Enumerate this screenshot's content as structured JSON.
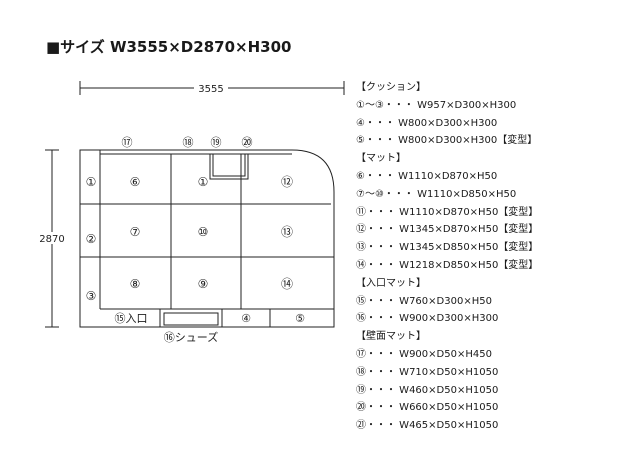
{
  "title": "■サイズ W3555×D2870×H300",
  "plan": {
    "width_dim": "3555",
    "depth_dim": "2870",
    "mats": [
      "⑥",
      "①",
      "⑫",
      "⑦",
      "⑩",
      "⑬",
      "⑧",
      "⑨",
      "⑭"
    ],
    "cushions_left": [
      "①",
      "②",
      "③"
    ],
    "wall_labels": [
      "⑰",
      "⑱",
      "⑲",
      "⑳"
    ],
    "entrance_label": "⑮入口",
    "bottom_cushions": [
      "④",
      "⑤"
    ],
    "shoes_label": "⑯シューズ"
  },
  "spec": {
    "sections": [
      {
        "header": "【クッション】",
        "lines": [
          "①～③・・・ W957×D300×H300",
          "④・・・ W800×D300×H300",
          "⑤・・・ W800×D300×H300【変型】"
        ]
      },
      {
        "header": "【マット】",
        "lines": [
          "⑥・・・ W1110×D870×H50",
          "⑦～⑩・・・ W1110×D850×H50",
          "⑪・・・ W1110×D870×H50【変型】",
          "⑫・・・ W1345×D870×H50【変型】",
          "⑬・・・ W1345×D850×H50【変型】",
          "⑭・・・ W1218×D850×H50【変型】"
        ]
      },
      {
        "header": "【入口マット】",
        "lines": [
          "⑮・・・ W760×D300×H50",
          "⑯・・・ W900×D300×H300"
        ]
      },
      {
        "header": "【壁面マット】",
        "lines": [
          "⑰・・・ W900×D50×H450",
          "⑱・・・ W710×D50×H1050",
          "⑲・・・ W460×D50×H1050",
          "⑳・・・ W660×D50×H1050",
          "㉑・・・ W465×D50×H1050"
        ]
      }
    ]
  }
}
